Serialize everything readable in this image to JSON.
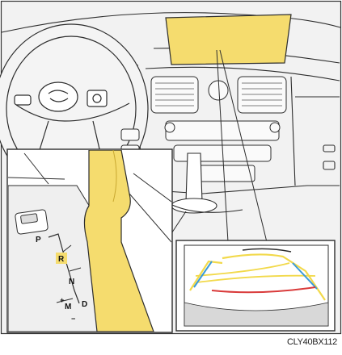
{
  "shifter": {
    "labels": [
      "P",
      "R",
      "N",
      "D",
      "M",
      "+",
      "−"
    ]
  },
  "figure_code": "CLY40BX112",
  "colors": {
    "highlight": "#f5dc6e",
    "highlight_dark": "#e8c53c",
    "guide_yellow": "#f2d94a",
    "guide_blue": "#3a9ad9",
    "guide_red": "#d93a3a",
    "line": "#2d2d2d",
    "panel_bg": "#ffffff"
  }
}
